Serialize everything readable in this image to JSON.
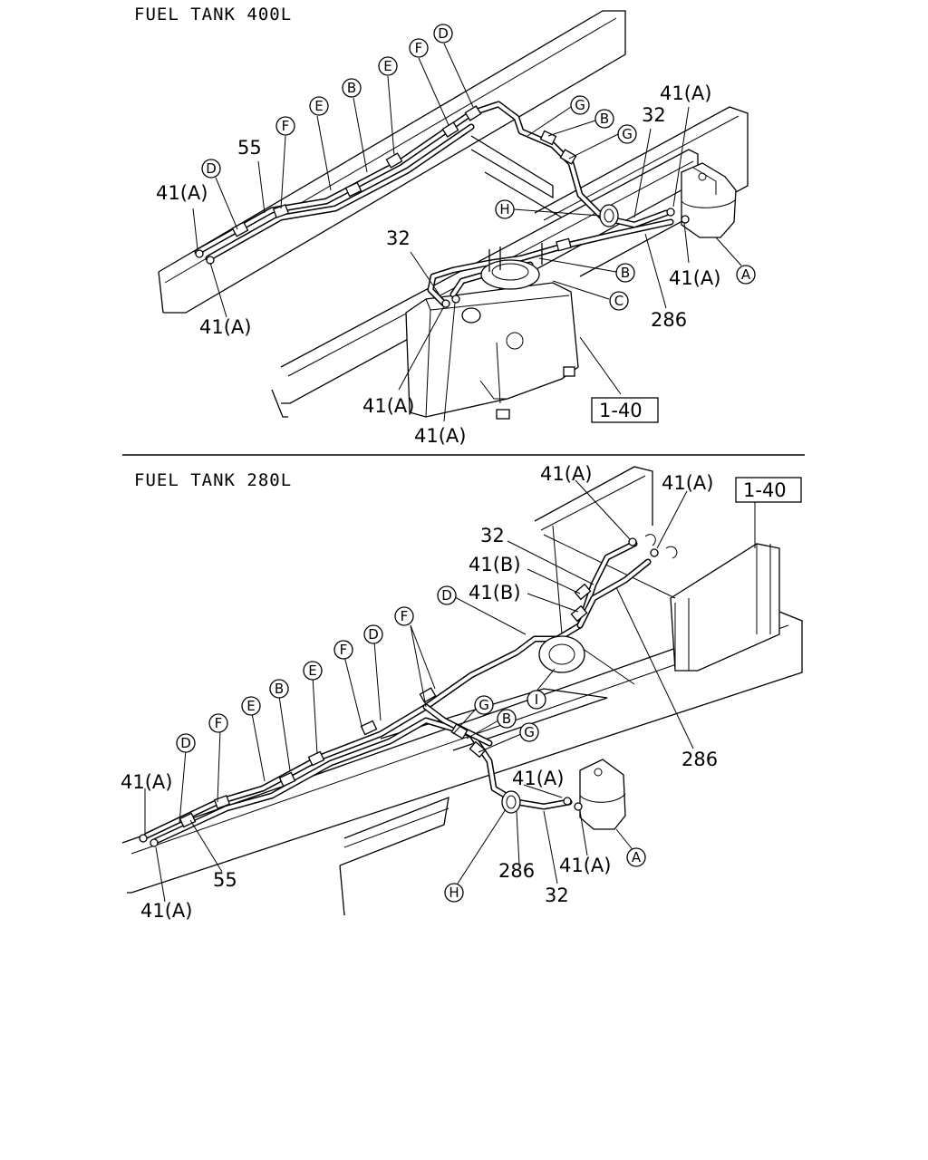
{
  "sections": [
    {
      "title": "FUEL TANK 400L"
    },
    {
      "title": "FUEL TANK 280L"
    }
  ],
  "labels": {
    "l1": "41(A)",
    "l2": "41(A)",
    "l3": "55",
    "l4": "41(A)",
    "l5": "32",
    "l6": "41(A)",
    "l7": "41(A)",
    "l8": "41(A)",
    "l9": "286",
    "l10": "32",
    "l11": "1-40",
    "m1": "41(A)",
    "m2": "41(A)",
    "m3": "1-40",
    "m4": "32",
    "m5": "41(B)",
    "m6": "41(B)",
    "m7": "286",
    "m8": "41(A)",
    "m9": "41(A)",
    "m10": "55",
    "m11": "41(A)",
    "m12": "286",
    "m13": "32",
    "m14": "41(A)"
  },
  "callouts": {
    "c1": "D",
    "c2": "F",
    "c3": "E",
    "c4": "B",
    "c5": "E",
    "c6": "F",
    "c7": "D",
    "c8": "G",
    "c9": "B",
    "c10": "G",
    "c11": "H",
    "c12": "B",
    "c13": "C",
    "c14": "A",
    "d1": "D",
    "d2": "F",
    "d3": "D",
    "d4": "F",
    "d5": "E",
    "d6": "B",
    "d7": "E",
    "d8": "F",
    "d9": "D",
    "d10": "G",
    "d11": "B",
    "d12": "G",
    "d13": "I",
    "d14": "H",
    "d15": "A"
  }
}
